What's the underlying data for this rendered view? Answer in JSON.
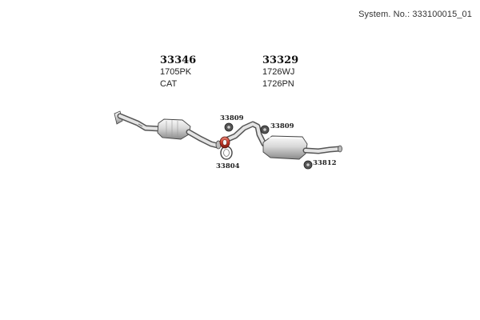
{
  "header": {
    "system_no": "System. No.: 333100015_01"
  },
  "parts": [
    {
      "number": "33346",
      "codes": [
        "1705PK",
        "CAT"
      ]
    },
    {
      "number": "33329",
      "codes": [
        "1726WJ",
        "1726PN"
      ]
    }
  ],
  "callouts": [
    "33809",
    "33804",
    "33809",
    "33812"
  ]
}
